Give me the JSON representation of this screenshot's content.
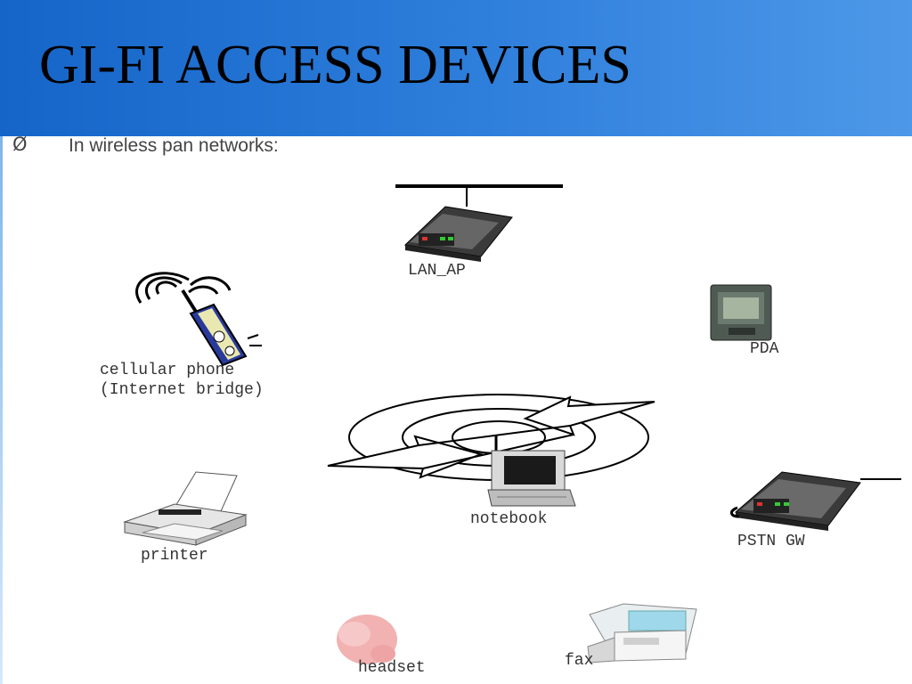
{
  "slide": {
    "title": "GI-FI ACCESS DEVICES",
    "bullet_symbol": "Ø",
    "subtitle": "In wireless pan networks:"
  },
  "devices": {
    "lan_ap": "LAN_AP",
    "pda": "PDA",
    "cellular_phone_line1": "cellular phone",
    "cellular_phone_line2": "(Internet bridge)",
    "notebook": "notebook",
    "printer": "printer",
    "pstn_gw": "PSTN GW",
    "headset": "headset",
    "fax": "fax"
  },
  "colors": {
    "header_start": "#1565c9",
    "header_end": "#4d98e8",
    "title_text": "#000000",
    "label_text": "#333333"
  }
}
